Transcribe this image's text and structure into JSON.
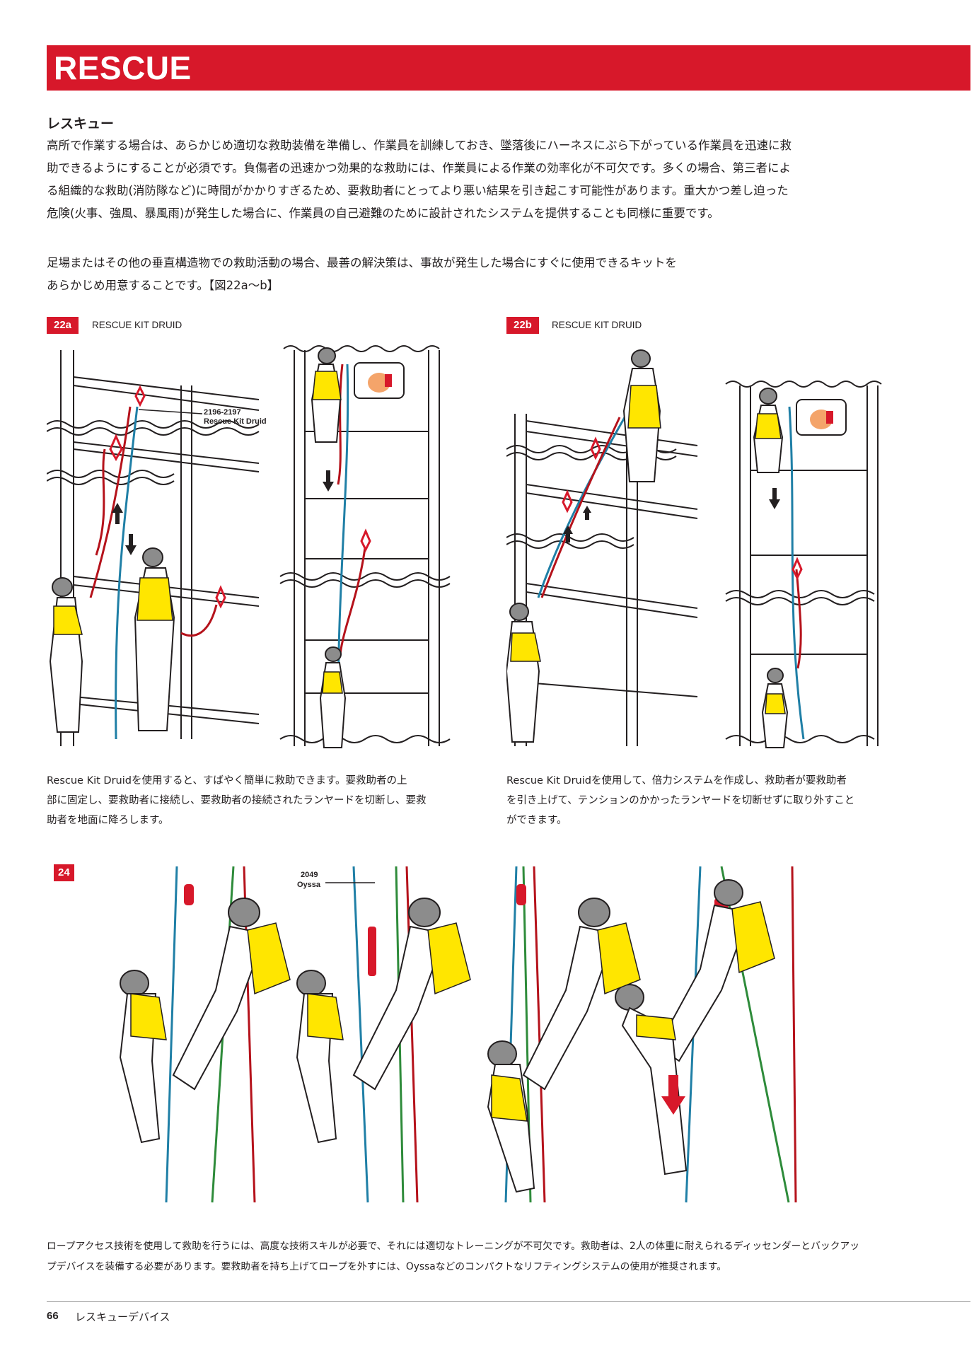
{
  "banner": {
    "title": "RESCUE"
  },
  "section": {
    "subtitle": "レスキュー",
    "intro_lines": [
      "高所で作業する場合は、あらかじめ適切な救助装備を準備し、作業員を訓練しておき、墜落後にハーネスにぶら下がっている作業員を迅速に救",
      "助できるようにすることが必須です。負傷者の迅速かつ効果的な救助には、作業員による作業の効率化が不可欠です。多くの場合、第三者によ",
      "る組織的な救助(消防隊など)に時間がかかりすぎるため、要救助者にとってより悪い結果を引き起こす可能性があります。重大かつ差し迫った",
      "危険(火事、強風、暴風雨)が発生した場合に、作業員の自己避難のために設計されたシステムを提供することも同様に重要です。"
    ],
    "second_lines": [
      "足場またはその他の垂直構造物での救助活動の場合、最善の解決策は、事故が発生した場合にすぐに使用できるキットを",
      "あらかじめ用意することです。【図22a〜b】"
    ]
  },
  "figures": {
    "f22a": {
      "tag": "22a",
      "title": "RESCUE KIT DRUID",
      "callout_line1": "2196-2197",
      "callout_line2": "Rescue Kit Druid",
      "caption_lines": [
        "Rescue Kit Druidを使用すると、すばやく簡単に救助できます。要救助者の上",
        "部に固定し、要救助者に接続し、要救助者の接続されたランヤードを切断し、要救",
        "助者を地面に降ろします。"
      ]
    },
    "f22b": {
      "tag": "22b",
      "title": "RESCUE KIT DRUID",
      "caption_lines": [
        "Rescue Kit Druidを使用して、倍力システムを作成し、救助者が要救助者",
        "を引き上げて、テンションのかかったランヤードを切断せずに取り外すこと",
        "ができます。"
      ]
    },
    "f24": {
      "tag": "24",
      "callout_line1": "2049",
      "callout_line2": "Oyssa"
    }
  },
  "bottom_lines": [
    "ロープアクセス技術を使用して救助を行うには、高度な技術スキルが必要で、それには適切なトレーニングが不可欠です。救助者は、2人の体重に耐えられるディッセンダーとバックアッ",
    "プデバイスを装備する必要があります。要救助者を持ち上げてロープを外すには、Oyssaなどのコンパクトなリフティングシステムの使用が推奨されます。"
  ],
  "footer": {
    "page_number": "66",
    "section": "レスキューデバイス"
  },
  "colors": {
    "brand_red": "#d7182a",
    "harness_yellow": "#ffe600",
    "rope_blue": "#1f7fa6",
    "rope_green": "#2e8b3a",
    "rope_red": "#b5121b"
  },
  "icons": [
    "helmet-icon",
    "carabiner-icon",
    "down-arrow-icon",
    "up-arrow-icon",
    "hand-pull-icon"
  ]
}
